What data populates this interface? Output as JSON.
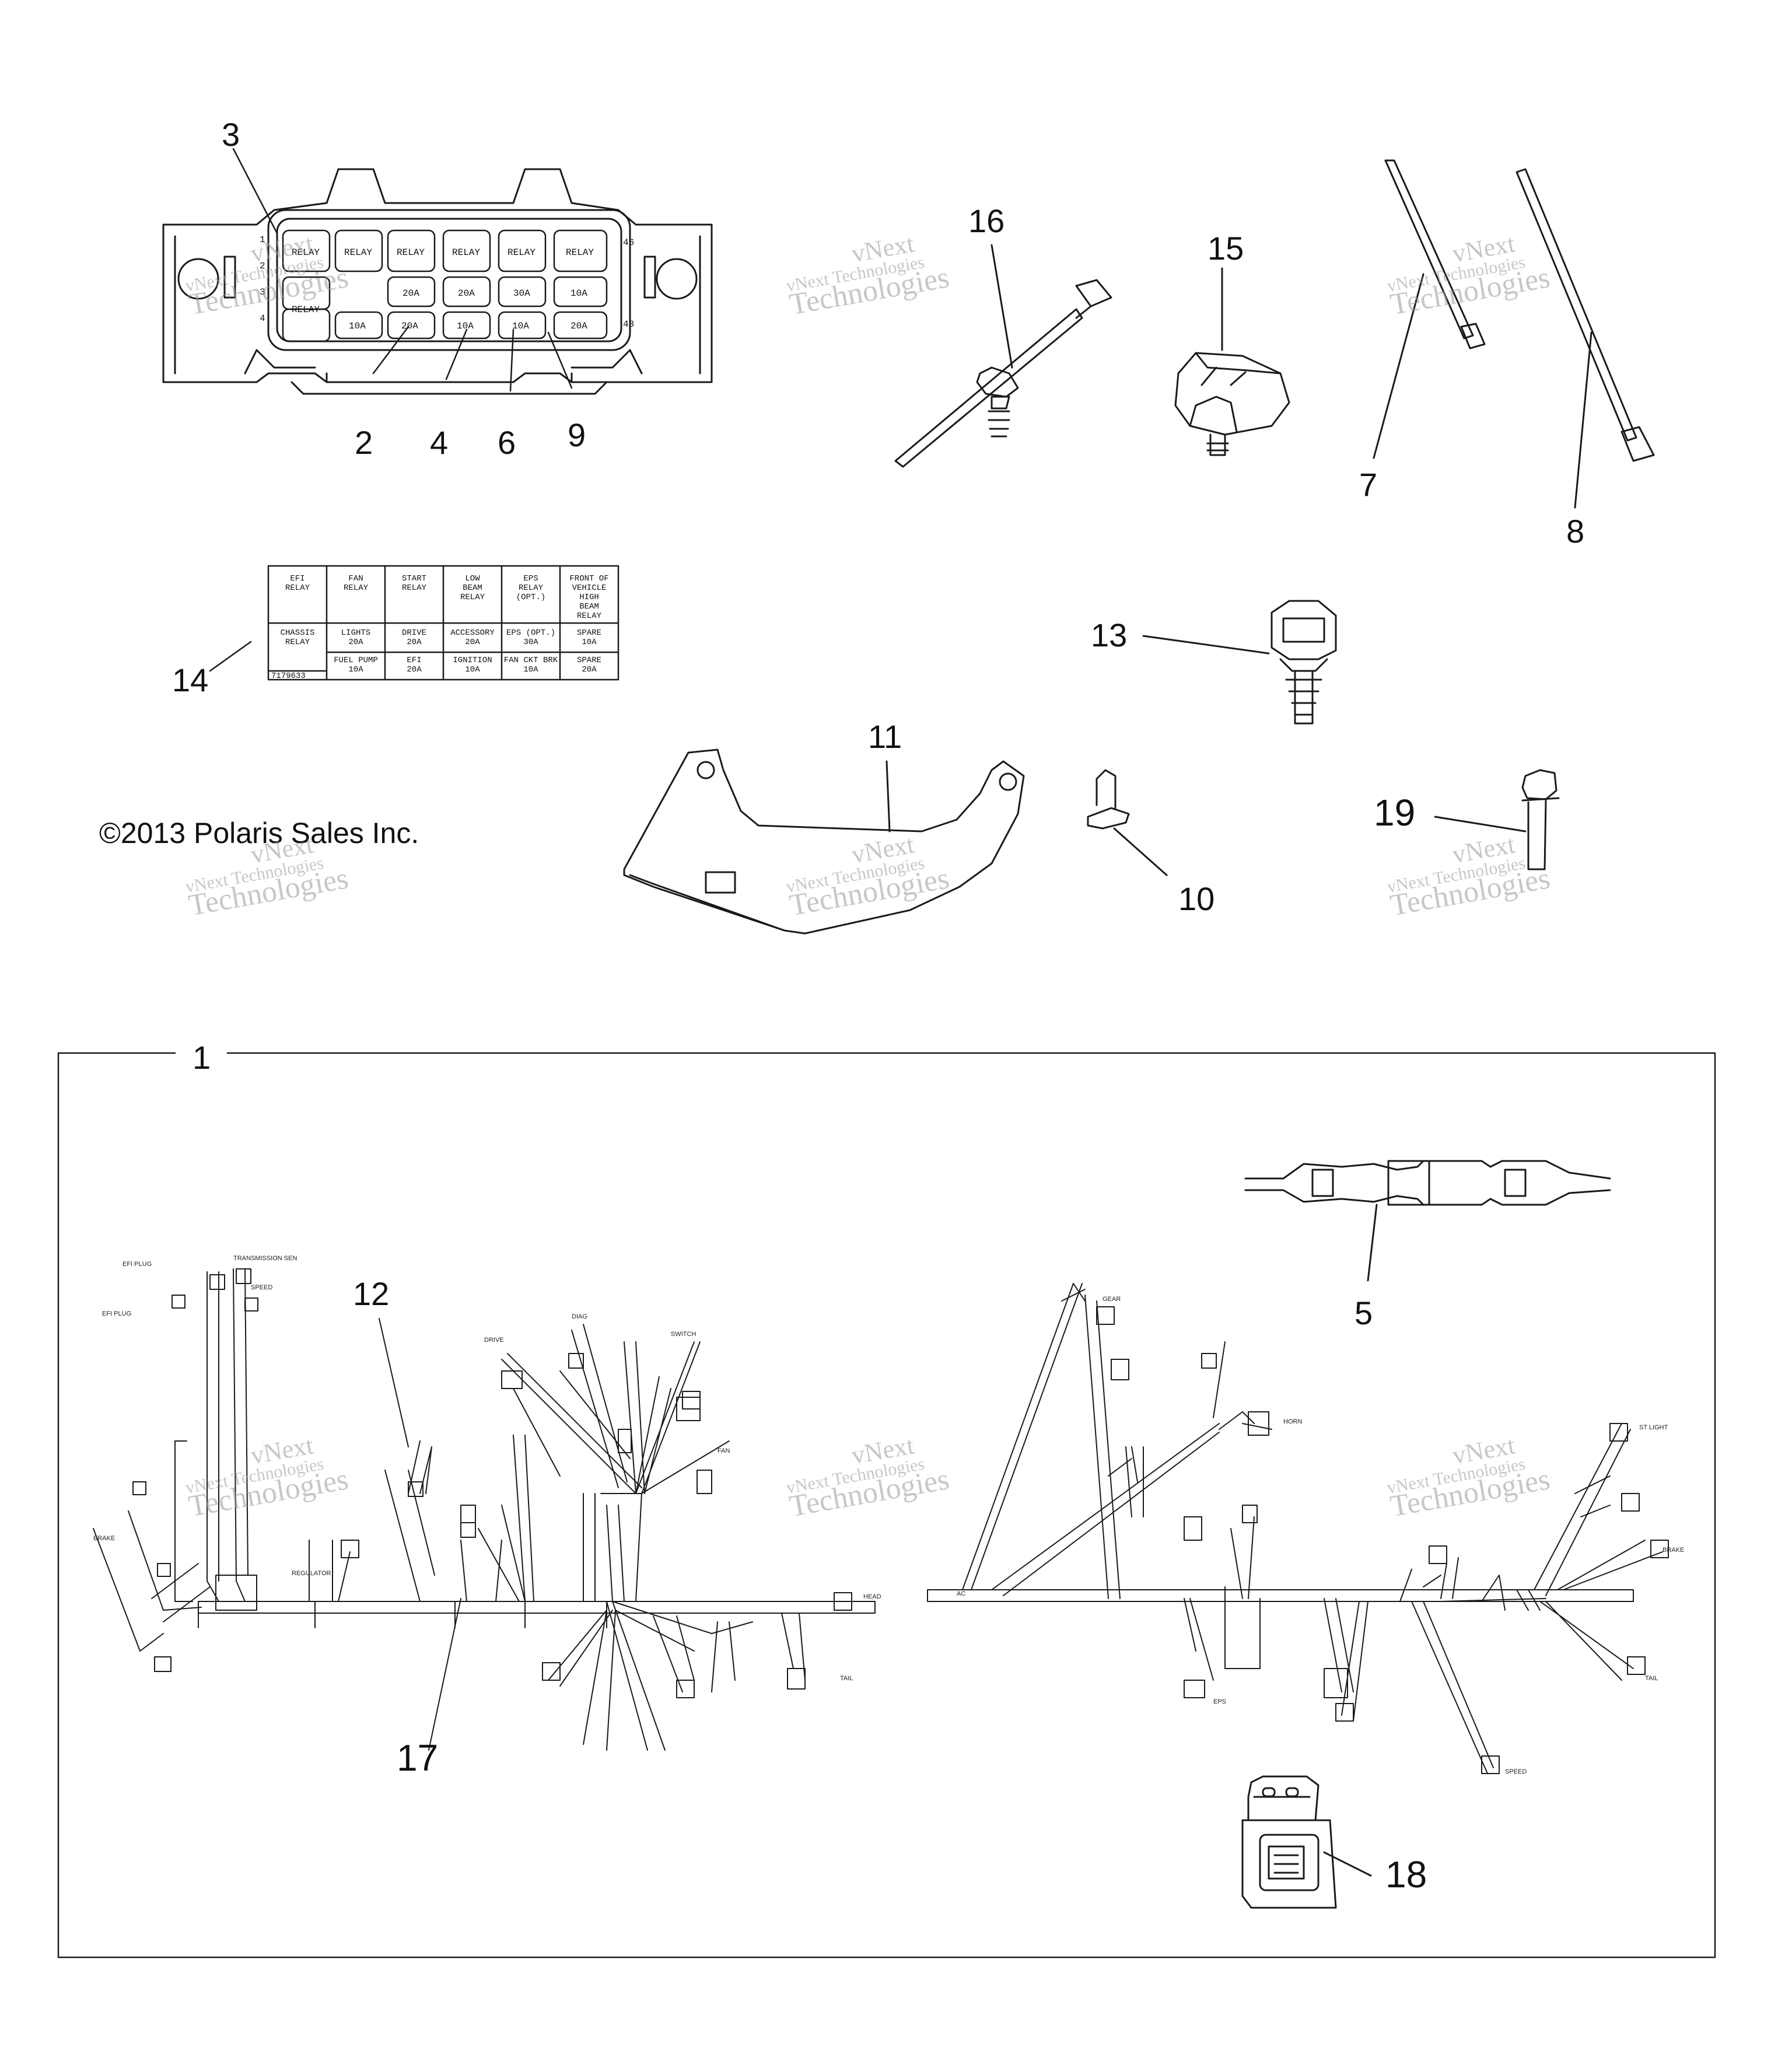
{
  "callouts": [
    "1",
    "2",
    "3",
    "4",
    "5",
    "6",
    "7",
    "8",
    "9",
    "10",
    "11",
    "12",
    "13",
    "14",
    "15",
    "16",
    "17",
    "18",
    "19"
  ],
  "copyright": "©2013 Polaris Sales Inc.",
  "watermark": {
    "line1": "vNext",
    "line2": "vNext Technologies",
    "line3": "Technologies"
  },
  "fuse_box": {
    "top_row": [
      "RELAY",
      "RELAY",
      "RELAY",
      "RELAY",
      "RELAY",
      "RELAY"
    ],
    "mid_row": [
      "RELAY",
      "20A",
      "20A",
      "30A",
      "10A"
    ],
    "low_row": [
      "RELAY",
      "10A",
      "20A",
      "10A",
      "10A",
      "20A"
    ],
    "side_left": [
      "1",
      "2",
      "3",
      "4"
    ],
    "side_right_top": "46",
    "side_right_bottom": "48"
  },
  "label_card": {
    "header": [
      "EFI\nRELAY",
      "FAN\nRELAY",
      "START\nRELAY",
      "LOW\nBEAM\nRELAY",
      "EPS\nRELAY\n(OPT.)",
      "FRONT OF\nVEHICLE\nHIGH\nBEAM\nRELAY"
    ],
    "row1": [
      "CHASSIS\nRELAY",
      "LIGHTS\n20A",
      "DRIVE\n20A",
      "ACCESSORY\n20A",
      "EPS (OPT.)\n30A",
      "SPARE\n10A"
    ],
    "row2": [
      "",
      "FUEL PUMP\n10A",
      "EFI\n20A",
      "IGNITION\n10A",
      "FAN CKT BRK\n10A",
      "SPARE\n20A"
    ],
    "part_no": "7179633"
  },
  "colors": {
    "line": "#1a1a1a",
    "watermark": "#9a9a9a",
    "background": "#ffffff"
  }
}
